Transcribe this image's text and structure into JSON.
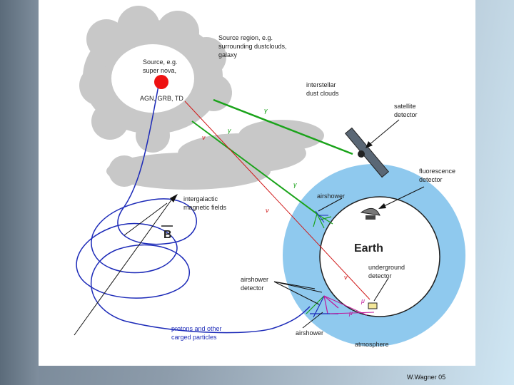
{
  "labels": {
    "source_region": [
      "Source region, e.g.",
      "surrounding dustclouds,",
      "galaxy"
    ],
    "source": [
      "Source, e.g.",
      "super nova,"
    ],
    "source_types": "AGN, GRB, TD",
    "interstellar": [
      "interstellar",
      "dust clouds"
    ],
    "satellite": [
      "satellite",
      "detector"
    ],
    "fluorescence": [
      "fluorescence",
      "detector"
    ],
    "intergalactic": [
      "intergalactic",
      "magnetic fields"
    ],
    "b_field": "B",
    "airshower_top": "airshower",
    "earth": "Earth",
    "underground": [
      "underground",
      "detector"
    ],
    "airshower_detector": [
      "airshower",
      "detector"
    ],
    "protons": [
      "protons and other",
      "carged particles"
    ],
    "airshower_bottom": "airshower",
    "atmosphere": "atmosphere",
    "gamma_symbol": "γ",
    "nu_symbol": "ν",
    "mu_symbol": "μ"
  },
  "footer": {
    "credit": "W.Wagner 05"
  },
  "colors": {
    "cloud": "#c8c8c8",
    "atmosphere": "#8fc9ee",
    "earth_fill": "#ffffff",
    "gamma_ray": "#1aa31a",
    "neutrino": "#d01818",
    "charged": "#1c2ab8",
    "source_dot": "#ee1111"
  }
}
